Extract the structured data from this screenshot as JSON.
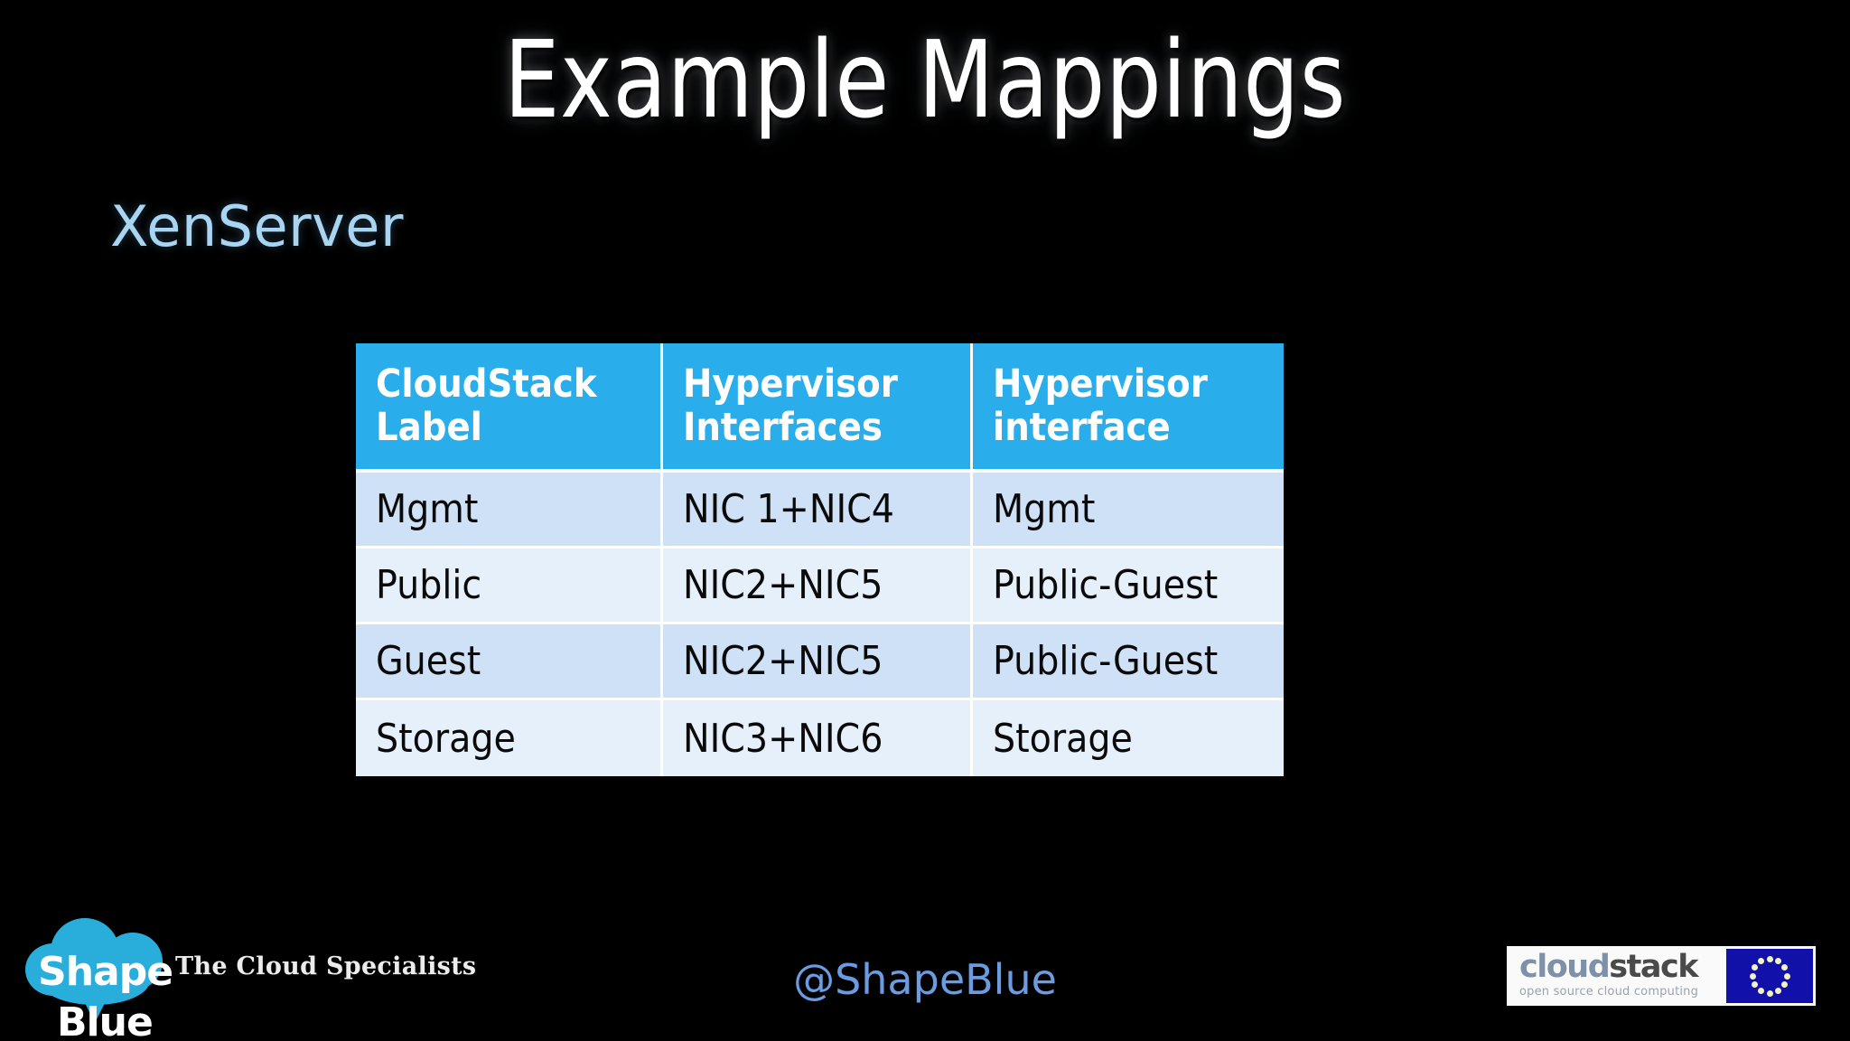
{
  "slide": {
    "title": "Example Mappings",
    "subtitle": "XenServer",
    "background_color": "#000000",
    "accent_color": "#29ADEB",
    "subtitle_color": "#A8D5F2"
  },
  "table": {
    "headers": [
      "CloudStack Label",
      "Hypervisor Interfaces",
      "Hypervisor interface"
    ],
    "header_bg": "#29ADEB",
    "row_bg_odd": "#CFE1F6",
    "row_bg_even": "#E6F0FB",
    "rows": [
      {
        "cloudstack_label": "Mgmt",
        "hypervisor_interfaces": "NIC 1+NIC4",
        "hypervisor_interface": "Mgmt"
      },
      {
        "cloudstack_label": "Public",
        "hypervisor_interfaces": "NIC2+NIC5",
        "hypervisor_interface": "Public-Guest"
      },
      {
        "cloudstack_label": "Guest",
        "hypervisor_interfaces": "NIC2+NIC5",
        "hypervisor_interface": "Public-Guest"
      },
      {
        "cloudstack_label": "Storage",
        "hypervisor_interfaces": "NIC3+NIC6",
        "hypervisor_interface": "Storage"
      }
    ]
  },
  "footer": {
    "shapeblue": {
      "word_top": "Shape",
      "word_bottom": "Blue",
      "tagline": "The Cloud Specialists",
      "cloud_color": "#29AEDB"
    },
    "twitter_handle": "@ShapeBlue",
    "twitter_color": "#6B9BE0",
    "cloudstack": {
      "word_first": "cloud",
      "word_second": "stack",
      "subtitle": "open source cloud computing"
    }
  }
}
